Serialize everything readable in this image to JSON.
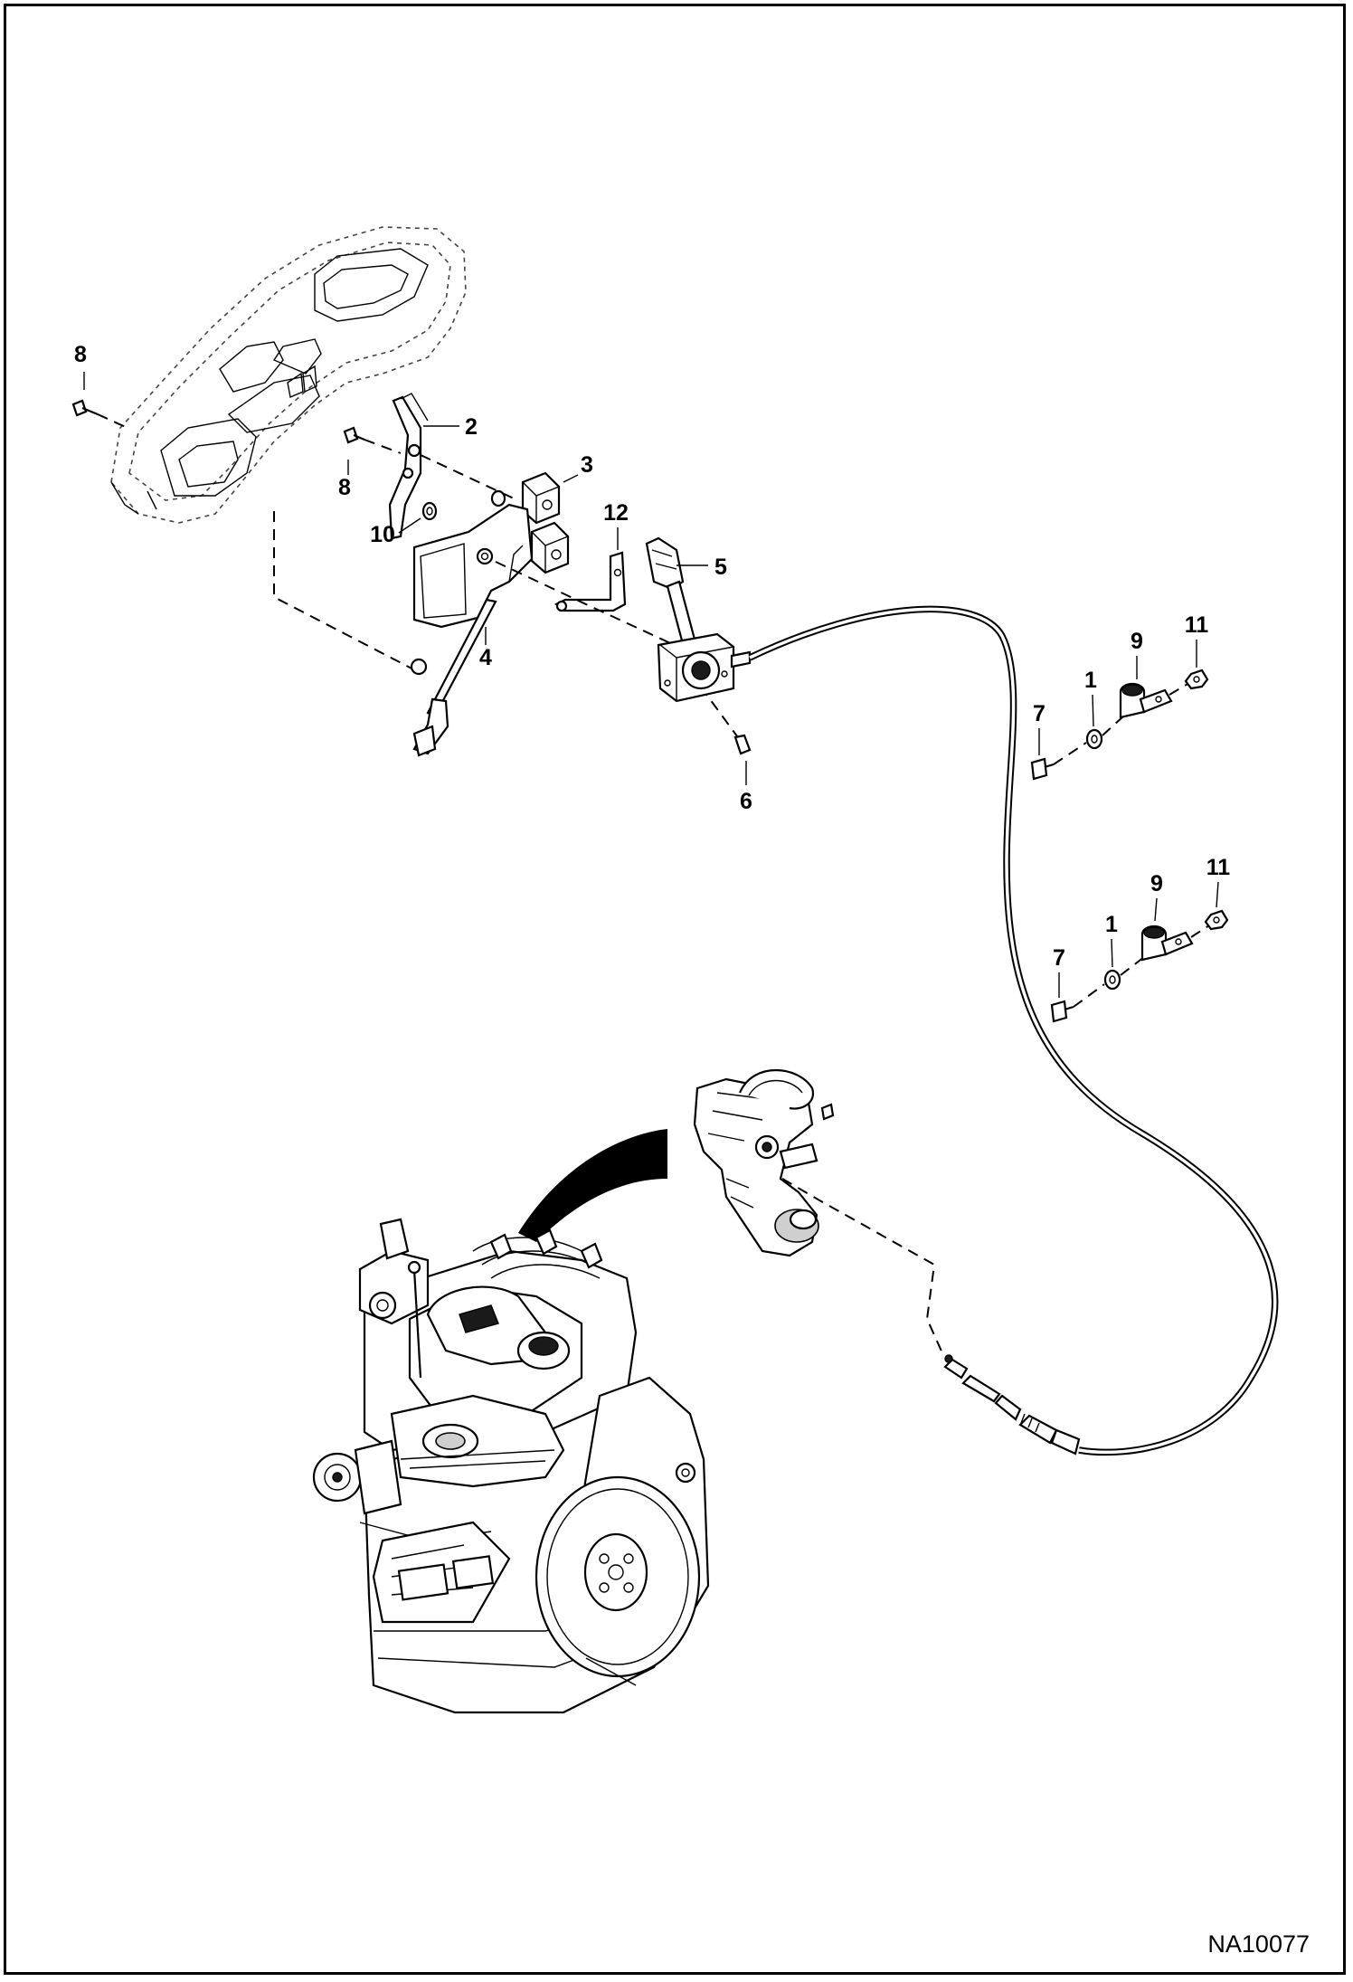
{
  "document_id": "NA10077",
  "callouts": [
    {
      "id": "c8a",
      "label": "8"
    },
    {
      "id": "c2",
      "label": "2"
    },
    {
      "id": "c8b",
      "label": "8"
    },
    {
      "id": "c3",
      "label": "3"
    },
    {
      "id": "c10",
      "label": "10"
    },
    {
      "id": "c12",
      "label": "12"
    },
    {
      "id": "c5",
      "label": "5"
    },
    {
      "id": "c4",
      "label": "4"
    },
    {
      "id": "c6",
      "label": "6"
    },
    {
      "id": "c9a",
      "label": "9"
    },
    {
      "id": "c11a",
      "label": "11"
    },
    {
      "id": "c1a",
      "label": "1"
    },
    {
      "id": "c7a",
      "label": "7"
    },
    {
      "id": "c11b",
      "label": "11"
    },
    {
      "id": "c9b",
      "label": "9"
    },
    {
      "id": "c1b",
      "label": "1"
    },
    {
      "id": "c7b",
      "label": "7"
    }
  ]
}
